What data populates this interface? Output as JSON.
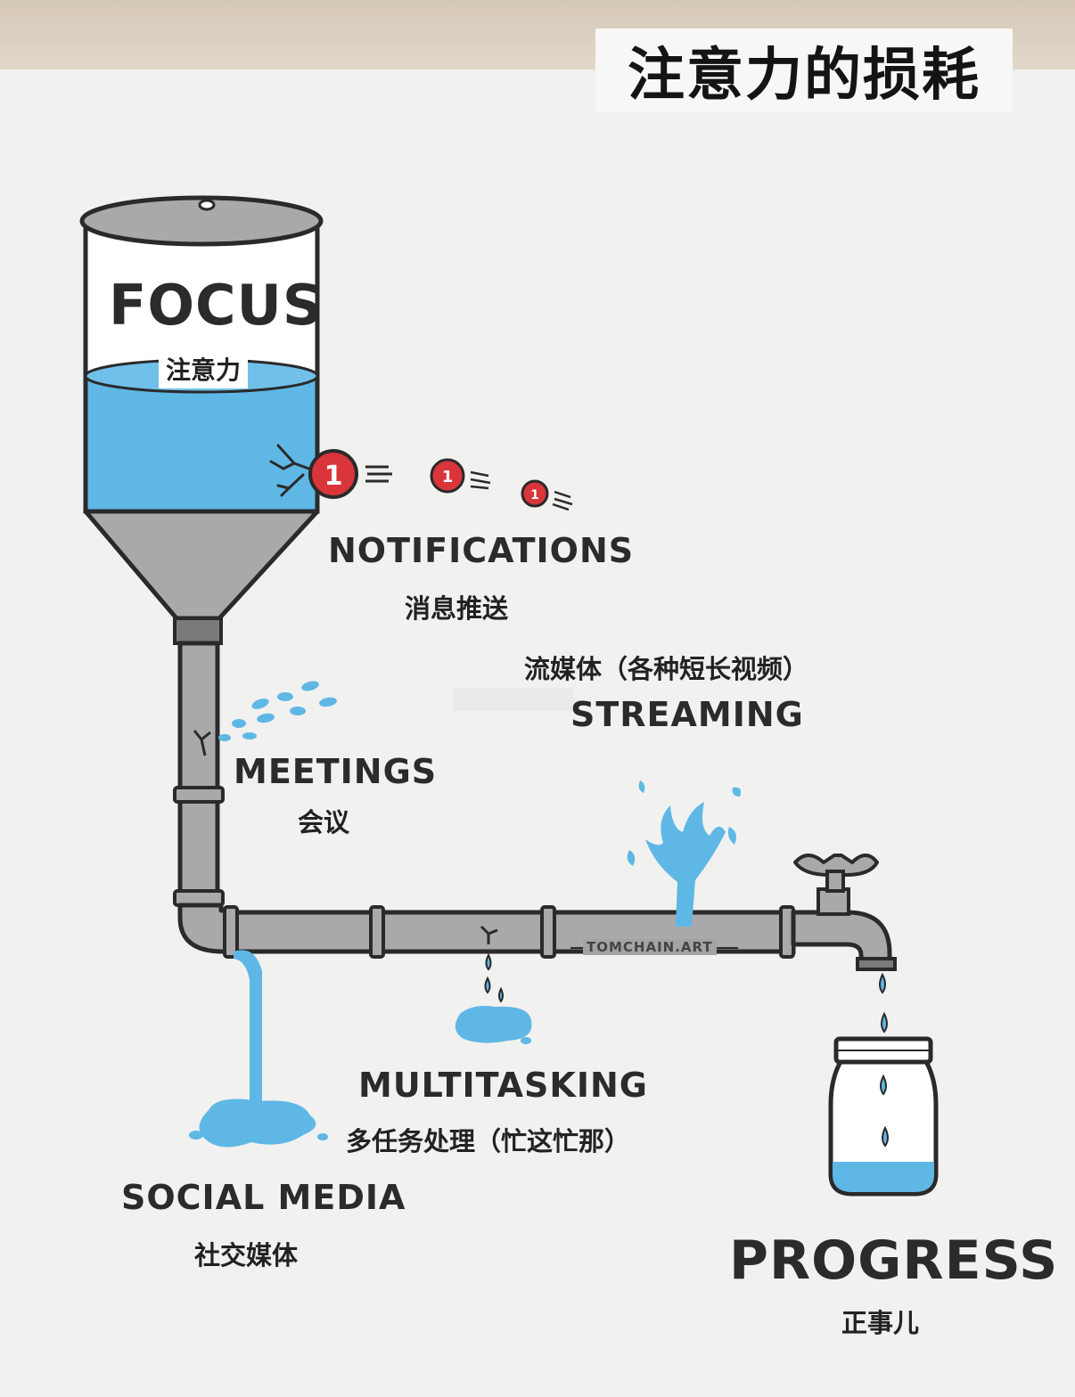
{
  "title": "注意力的损耗",
  "focus": {
    "en": "FOCUS",
    "zh": "注意力"
  },
  "notifications": {
    "en": "NOTIFICATIONS",
    "zh": "消息推送",
    "badge": "1"
  },
  "meetings": {
    "en": "MEETINGS",
    "zh": "会议"
  },
  "streaming": {
    "en": "STREAMING",
    "zh": "流媒体（各种短长视频）"
  },
  "multitasking": {
    "en": "MULTITASKING",
    "zh": "多任务处理（忙这忙那）"
  },
  "social_media": {
    "en": "SOCIAL MEDIA",
    "zh": "社交媒体"
  },
  "progress": {
    "en": "PROGRESS",
    "zh": "正事儿"
  },
  "watermark": "TOMCHAIN.ART",
  "colors": {
    "water": "#5fb7e6",
    "pipe": "#a9a9ab",
    "outline": "#2a2a2a",
    "badge": "#d9353a"
  }
}
